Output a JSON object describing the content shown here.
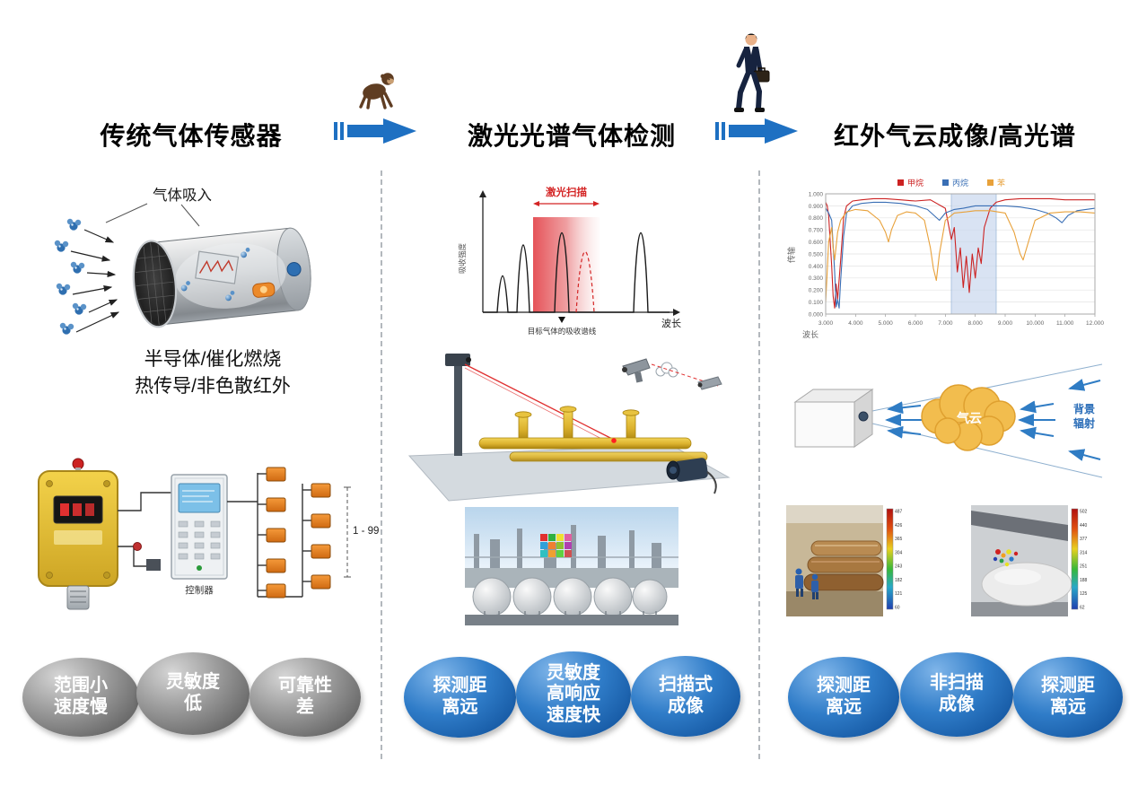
{
  "header": {
    "title1": "传统气体传感器",
    "title2": "激光光谱气体检测",
    "title3": "红外气云成像/高光谱"
  },
  "col1": {
    "intake_label": "气体吸入",
    "caption_line1": "半导体/催化燃烧",
    "caption_line2": "热传导/非色散红外",
    "controller_label": "控制器",
    "range_label": "1 - 99",
    "bubble1": {
      "line1": "范围小",
      "line2": "速度慢"
    },
    "bubble2": {
      "line1": "灵敏度",
      "line2": "低"
    },
    "bubble3": {
      "line1": "可靠性",
      "line2": "差"
    }
  },
  "col2": {
    "scan_label": "激光扫描",
    "spectrum_y_label": "吸收强度",
    "spectrum_x_label": "波长",
    "target_line_label": "目标气体的吸收谱线",
    "bubble1": {
      "line1": "探测距",
      "line2": "离远"
    },
    "bubble2": {
      "line1": "灵敏度",
      "line2": "高响应",
      "line3": "速度快"
    },
    "bubble3": {
      "line1": "扫描式",
      "line2": "成像"
    }
  },
  "col3": {
    "legend": {
      "methane": "甲烷",
      "propane": "丙烷",
      "benzene": "苯"
    },
    "y_axis_label": "传输",
    "x_axis_label": "波长",
    "cloud_label": "气云",
    "radiation_line1": "背景",
    "radiation_line2": "辐射",
    "bubble1": {
      "line1": "探测距",
      "line2": "离远"
    },
    "bubble2": {
      "line1": "非扫描",
      "line2": "成像"
    },
    "bubble3": {
      "line1": "探测距",
      "line2": "离远"
    }
  },
  "thermal1_scale": [
    "487",
    "426",
    "365",
    "304",
    "243",
    "182",
    "121",
    "60"
  ],
  "thermal2_scale": [
    "502",
    "440",
    "377",
    "314",
    "251",
    "188",
    "125",
    "62"
  ],
  "chart_data": {
    "type": "line",
    "title": "",
    "xlabel": "波长",
    "ylabel": "传输",
    "xlim": [
      3,
      12
    ],
    "ylim": [
      0,
      1
    ],
    "x_ticks": [
      "3.000",
      "4.000",
      "5.000",
      "6.000",
      "7.000",
      "8.000",
      "9.000",
      "10.000",
      "11.000",
      "12.000"
    ],
    "y_ticks": [
      "0.000",
      "0.100",
      "0.200",
      "0.300",
      "0.400",
      "0.500",
      "0.600",
      "0.700",
      "0.800",
      "0.900",
      "1.000"
    ],
    "band": {
      "x0": 7.2,
      "x1": 8.7,
      "fill": "#c9d8ee",
      "stroke": "#7aa0cc"
    },
    "legend_position": "top",
    "grid": true,
    "series": [
      {
        "name": "甲烷",
        "color": "#cc2222",
        "x": [
          3.0,
          3.05,
          3.1,
          3.2,
          3.25,
          3.3,
          3.35,
          3.4,
          3.5,
          3.6,
          3.7,
          3.9,
          4.2,
          4.6,
          5.0,
          5.5,
          6.0,
          6.5,
          7.0,
          7.2,
          7.3,
          7.4,
          7.5,
          7.6,
          7.7,
          7.8,
          7.9,
          8.0,
          8.1,
          8.2,
          8.3,
          8.5,
          8.7,
          9.0,
          9.5,
          10.0,
          10.5,
          11.0,
          11.5,
          12.0
        ],
        "y": [
          0.93,
          0.9,
          0.82,
          0.4,
          0.15,
          0.05,
          0.25,
          0.12,
          0.45,
          0.8,
          0.9,
          0.94,
          0.95,
          0.96,
          0.96,
          0.95,
          0.94,
          0.95,
          0.88,
          0.62,
          0.72,
          0.35,
          0.55,
          0.22,
          0.48,
          0.18,
          0.5,
          0.3,
          0.55,
          0.42,
          0.72,
          0.88,
          0.93,
          0.95,
          0.96,
          0.96,
          0.96,
          0.95,
          0.95,
          0.95
        ]
      },
      {
        "name": "丙烷",
        "color": "#3a6fb5",
        "x": [
          3.0,
          3.1,
          3.2,
          3.3,
          3.35,
          3.4,
          3.45,
          3.5,
          3.6,
          3.7,
          3.9,
          4.2,
          4.6,
          5.0,
          5.5,
          6.0,
          6.4,
          6.8,
          7.0,
          7.3,
          7.6,
          8.0,
          8.5,
          9.0,
          9.5,
          10.0,
          10.4,
          10.7,
          10.9,
          11.1,
          11.4,
          11.7,
          12.0
        ],
        "y": [
          0.88,
          0.84,
          0.78,
          0.35,
          0.06,
          0.12,
          0.05,
          0.28,
          0.65,
          0.84,
          0.9,
          0.92,
          0.93,
          0.93,
          0.92,
          0.9,
          0.87,
          0.78,
          0.84,
          0.87,
          0.88,
          0.9,
          0.9,
          0.9,
          0.89,
          0.87,
          0.84,
          0.8,
          0.76,
          0.82,
          0.86,
          0.87,
          0.88
        ]
      },
      {
        "name": "苯",
        "color": "#e8a13a",
        "x": [
          3.0,
          3.05,
          3.1,
          3.2,
          3.25,
          3.3,
          3.4,
          3.5,
          3.7,
          4.0,
          4.4,
          4.8,
          5.0,
          5.1,
          5.2,
          5.4,
          5.7,
          6.0,
          6.3,
          6.5,
          6.6,
          6.7,
          6.8,
          7.0,
          7.3,
          7.7,
          8.0,
          8.5,
          9.0,
          9.3,
          9.5,
          9.6,
          9.8,
          10.0,
          10.5,
          11.0,
          11.5,
          12.0
        ],
        "y": [
          0.1,
          0.35,
          0.6,
          0.72,
          0.55,
          0.45,
          0.68,
          0.78,
          0.85,
          0.87,
          0.86,
          0.78,
          0.68,
          0.6,
          0.7,
          0.82,
          0.85,
          0.84,
          0.78,
          0.55,
          0.38,
          0.28,
          0.5,
          0.78,
          0.84,
          0.85,
          0.86,
          0.86,
          0.84,
          0.68,
          0.5,
          0.45,
          0.62,
          0.78,
          0.84,
          0.85,
          0.85,
          0.84
        ]
      }
    ]
  }
}
